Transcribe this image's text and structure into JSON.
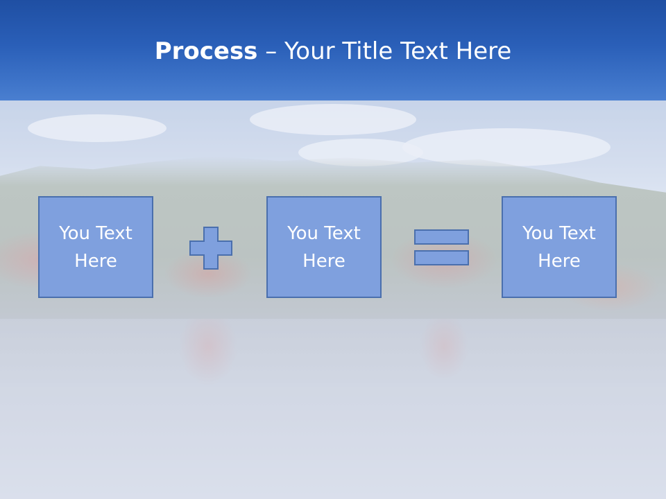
{
  "slide": {
    "title_bold": "Process",
    "title_rest": " – Your Title Text Here"
  },
  "process": {
    "boxes": [
      {
        "text": "You Text\nHere"
      },
      {
        "text": "You Text\nHere"
      },
      {
        "text": "You Text\nHere"
      }
    ],
    "operators": [
      "plus-icon",
      "equals-icon"
    ]
  },
  "colors": {
    "title_bar": "#2a5fb8",
    "box_fill": "#7fa0de",
    "box_border": "#4a6fad",
    "text": "#ffffff"
  }
}
